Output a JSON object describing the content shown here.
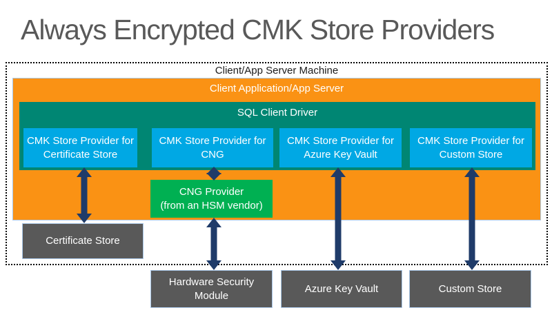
{
  "title": "Always Encrypted CMK Store Providers",
  "machine": {
    "label": "Client/App Server Machine"
  },
  "app_server": {
    "label": "Client Application/App Server"
  },
  "sql_driver": {
    "label": "SQL Client Driver"
  },
  "providers": [
    {
      "line1": "CMK Store Provider for",
      "line2": "Certificate Store"
    },
    {
      "line1": "CMK Store Provider for",
      "line2": "CNG"
    },
    {
      "line1": "CMK Store Provider for",
      "line2": "Azure Key Vault"
    },
    {
      "line1": "CMK Store Provider for",
      "line2": "Custom Store"
    }
  ],
  "cng_provider": {
    "line1": "CNG Provider",
    "line2": "(from an HSM vendor)"
  },
  "stores": [
    {
      "label": "Certificate Store"
    },
    {
      "label": "Hardware Security Module"
    },
    {
      "label": "Azure Key Vault"
    },
    {
      "label": "Custom Store"
    }
  ],
  "colors": {
    "title_text": "#595959",
    "machine_border": "#000000",
    "machine_text": "#1a1a1a",
    "app_server_fill": "#FA9214",
    "driver_fill": "#008673",
    "provider_fill": "#00A8E4",
    "cng_fill": "#00B052",
    "store_fill": "#595959",
    "store_border": "#A9C7E8",
    "arrow": "#1F3B69",
    "box_text": "#FFFFFF"
  }
}
